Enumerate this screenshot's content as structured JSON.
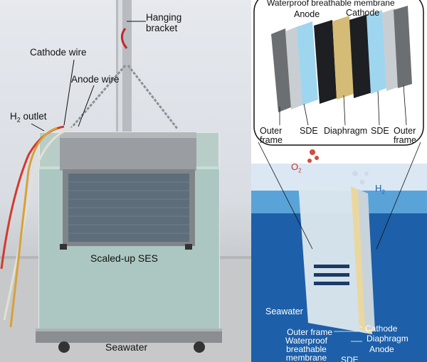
{
  "left_photo": {
    "labels": {
      "hanging_bracket": "Hanging\nbracket",
      "cathode_wire": "Cathode wire",
      "anode_wire": "Anode wire",
      "h2_outlet_main": "H",
      "h2_outlet_sub": "2",
      "h2_outlet_rest": " outlet",
      "scaled_up_ses": "Scaled-up SES",
      "seawater": "Seawater"
    }
  },
  "exploded_view": {
    "top_label": "Waterproof breathable membrane",
    "anode": "Anode",
    "cathode": "Cathode",
    "outer_frame_left": "Outer\nframe",
    "sde_left": "SDE",
    "diaphragm": "Diaphragm",
    "sde_right": "SDE",
    "outer_frame_right": "Outer\nframe"
  },
  "ocean_illustration": {
    "o2_main": "O",
    "o2_sub": "2",
    "h2_main": "H",
    "h2_sub": "2",
    "seawater": "Seawater",
    "outer_frame": "Outer frame",
    "waterproof": "Waterproof\nbreathable\nmembrane",
    "sde": "SDE",
    "cathode": "Cathode",
    "diaphragm": "Diaphragm",
    "anode": "Anode"
  },
  "colors": {
    "water_tank": "#a9c6bf",
    "steel": "#9a9ea2",
    "ocean_deep": "#1d5fa8",
    "ocean_surface": "#5aa3d8"
  }
}
